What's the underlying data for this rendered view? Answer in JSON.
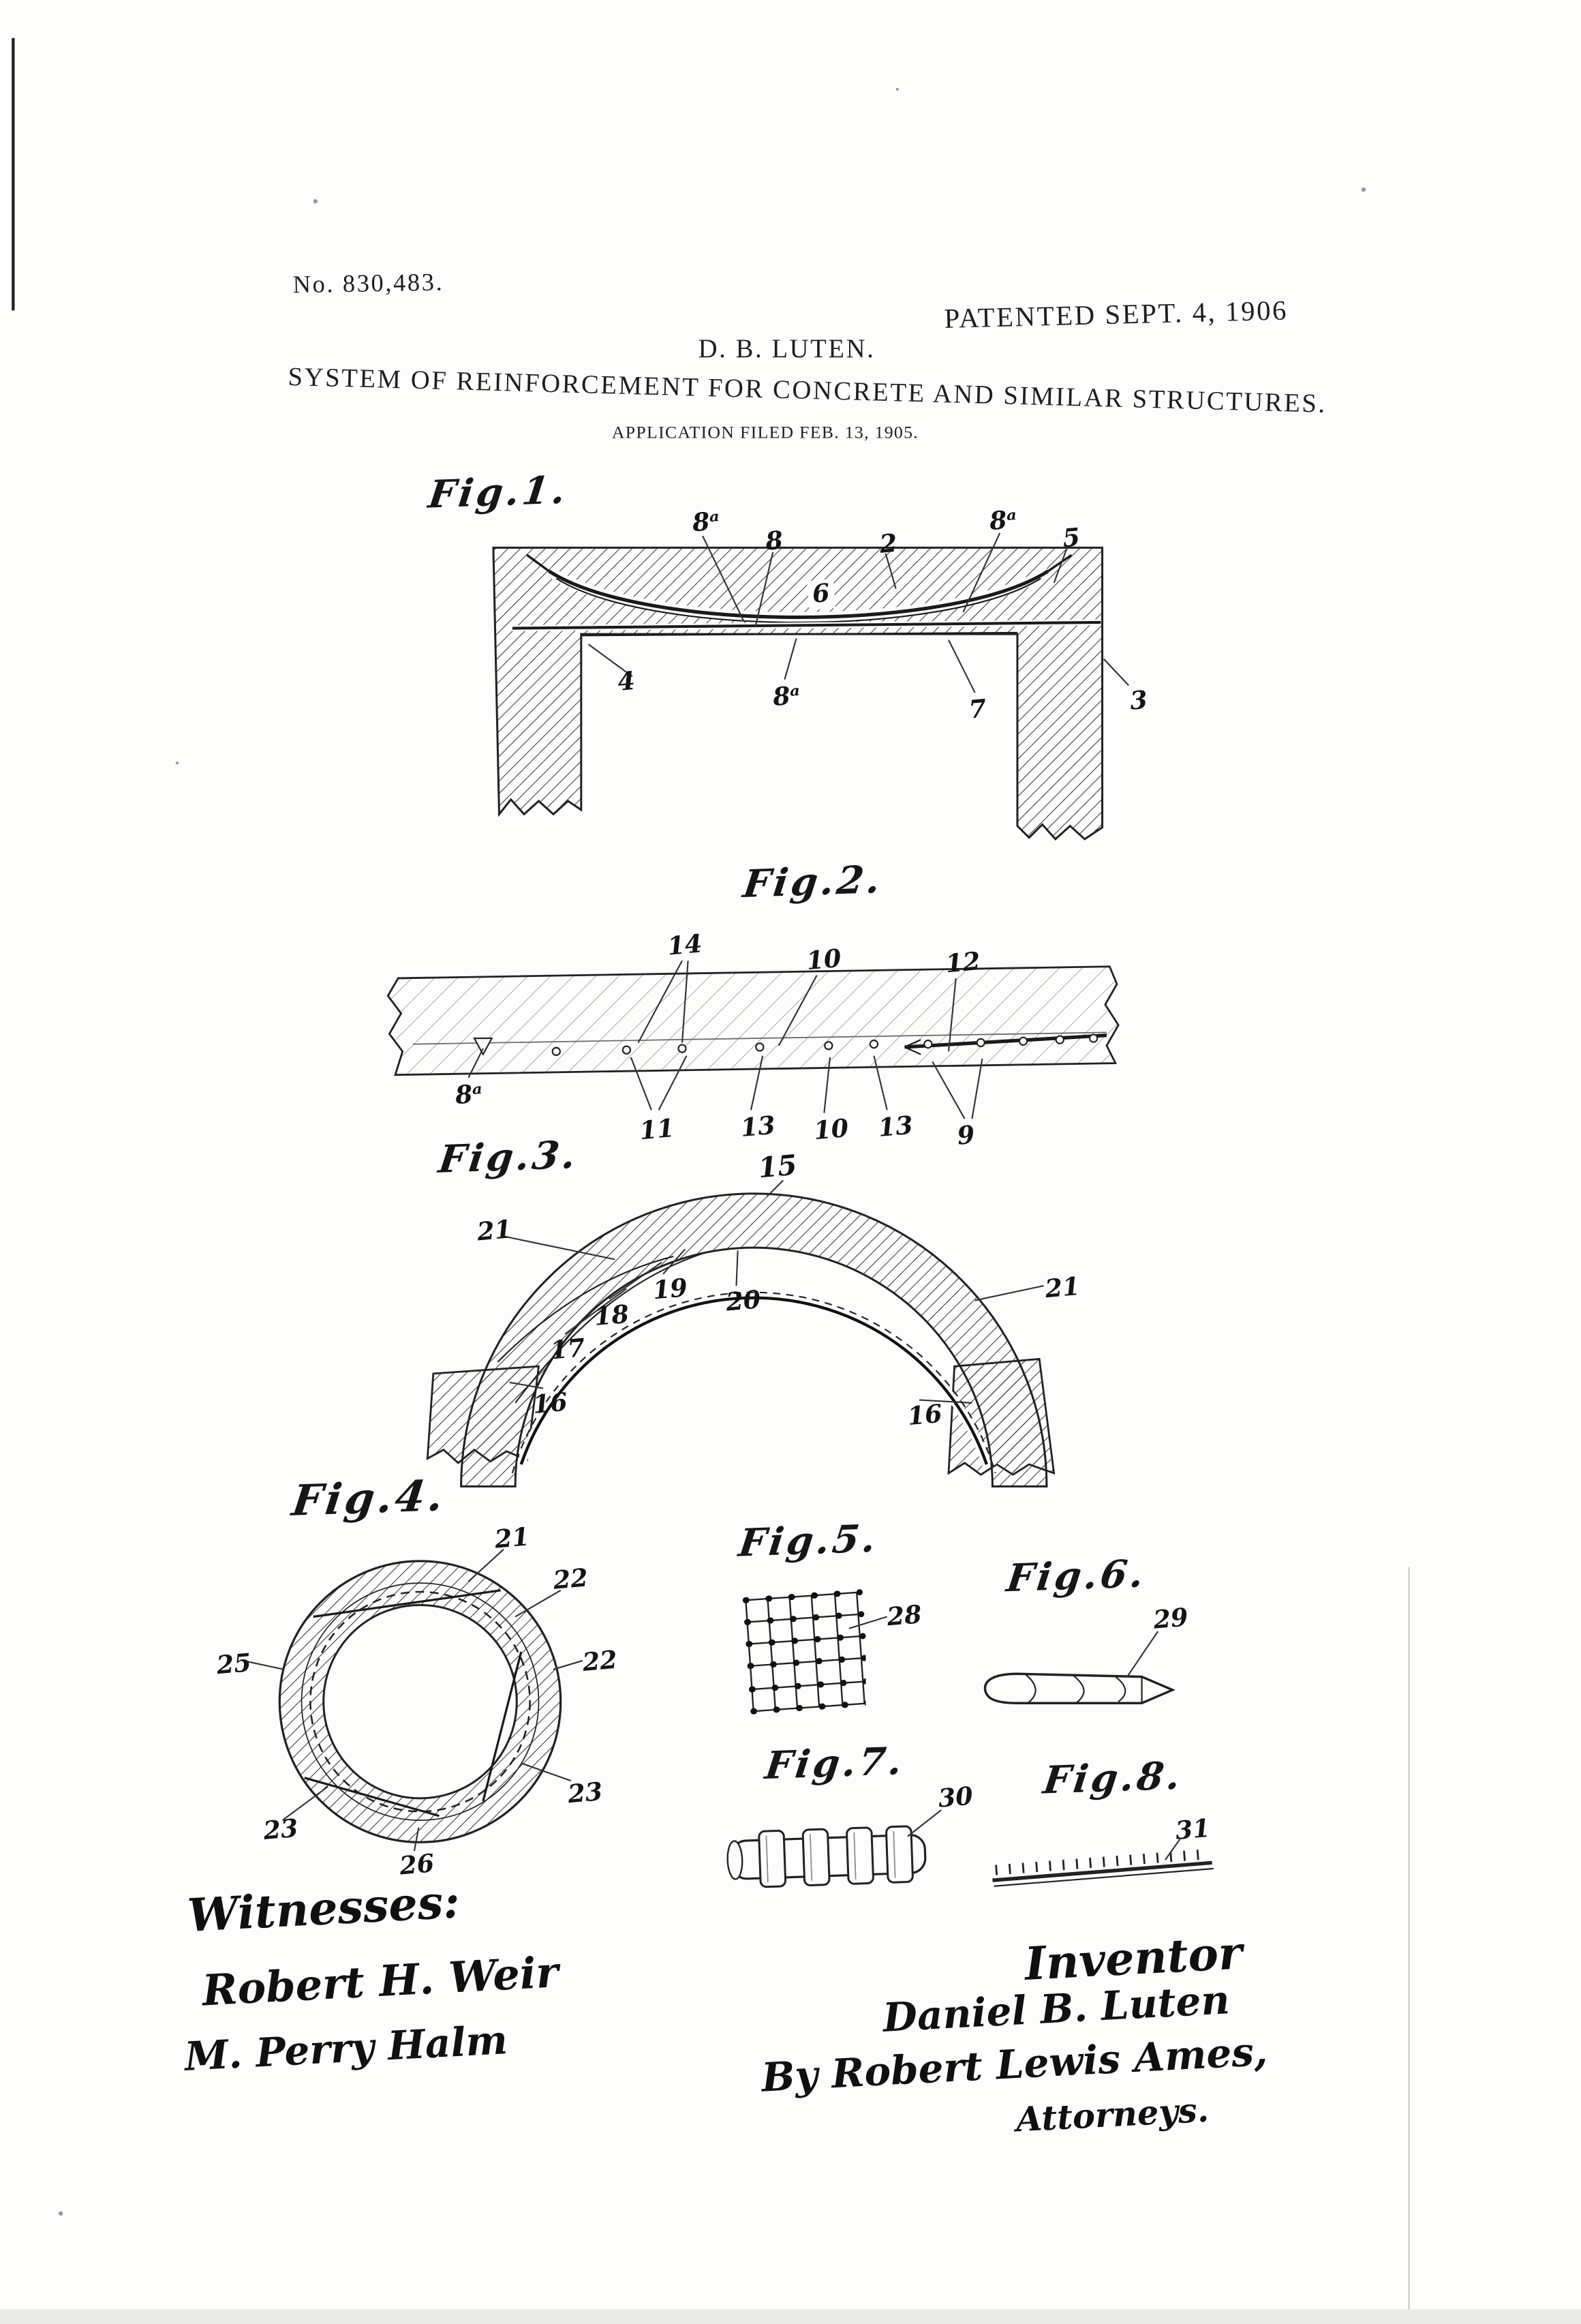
{
  "header": {
    "patent_number": "No. 830,483.",
    "patented_date": "PATENTED SEPT. 4, 1906",
    "inventor": "D. B. LUTEN.",
    "title": "SYSTEM OF REINFORCEMENT FOR CONCRETE AND SIMILAR STRUCTURES.",
    "application": "APPLICATION FILED FEB. 13, 1905."
  },
  "figures": {
    "fig1": {
      "label": "Fig.1.",
      "refs": [
        "8ᵃ",
        "8",
        "2",
        "8ᵃ",
        "5",
        "6",
        "4",
        "8ᵃ",
        "7",
        "3"
      ]
    },
    "fig2": {
      "label": "Fig.2.",
      "refs": [
        "14",
        "10",
        "12",
        "8ᵃ",
        "11",
        "13",
        "10",
        "13",
        "9"
      ]
    },
    "fig3": {
      "label": "Fig.3.",
      "refs": [
        "15",
        "21",
        "19",
        "18",
        "17",
        "16",
        "20",
        "21",
        "16"
      ]
    },
    "fig4": {
      "label": "Fig.4.",
      "refs": [
        "21",
        "22",
        "22",
        "25",
        "23",
        "23",
        "26"
      ]
    },
    "fig5": {
      "label": "Fig.5.",
      "refs": [
        "28"
      ]
    },
    "fig6": {
      "label": "Fig.6.",
      "refs": [
        "29"
      ]
    },
    "fig7": {
      "label": "Fig.7.",
      "refs": [
        "30"
      ]
    },
    "fig8": {
      "label": "Fig.8.",
      "refs": [
        "31"
      ]
    }
  },
  "signatures": {
    "witnesses_heading": "Witnesses:",
    "witness_1": "Robert H. Weir",
    "witness_2": "M. Perry Halm",
    "inventor_heading": "Inventor",
    "inventor_signature": "Daniel B. Luten",
    "attorney_signature": "By Robert Lewis Ames,",
    "attorney_title": "Attorneys."
  }
}
